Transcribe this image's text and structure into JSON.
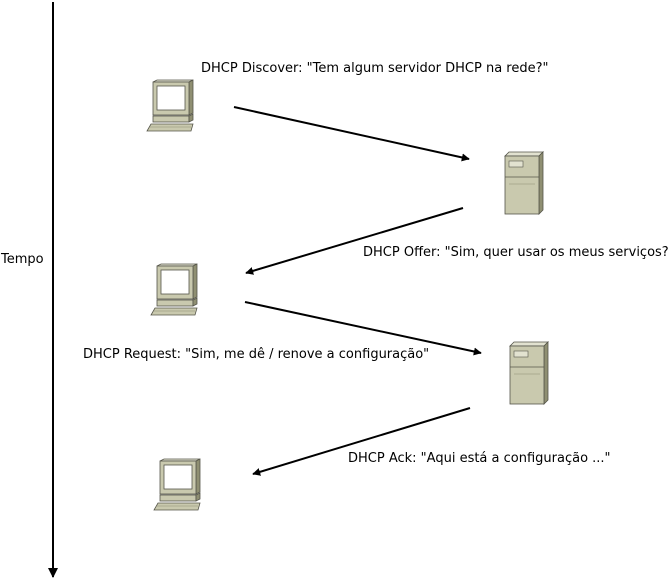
{
  "time_axis": {
    "label": "Tempo"
  },
  "messages": [
    {
      "label": "DHCP Discover: \"Tem algum servidor DHCP na rede?\""
    },
    {
      "label": "DHCP Offer: \"Sim, quer usar os meus serviços?\""
    },
    {
      "label": "DHCP Request: \"Sim, me dê / renove a configuração\""
    },
    {
      "label": "DHCP Ack: \"Aqui está a configuração ...\""
    }
  ],
  "colors": {
    "device_face": "#c9c9ae",
    "device_side": "#8f8f72",
    "device_top": "#e2e2d0",
    "outline": "#55554a",
    "screen": "#ffffff",
    "arrow": "#000000"
  },
  "icons": [
    "client-computer-icon",
    "dhcp-server-icon"
  ]
}
